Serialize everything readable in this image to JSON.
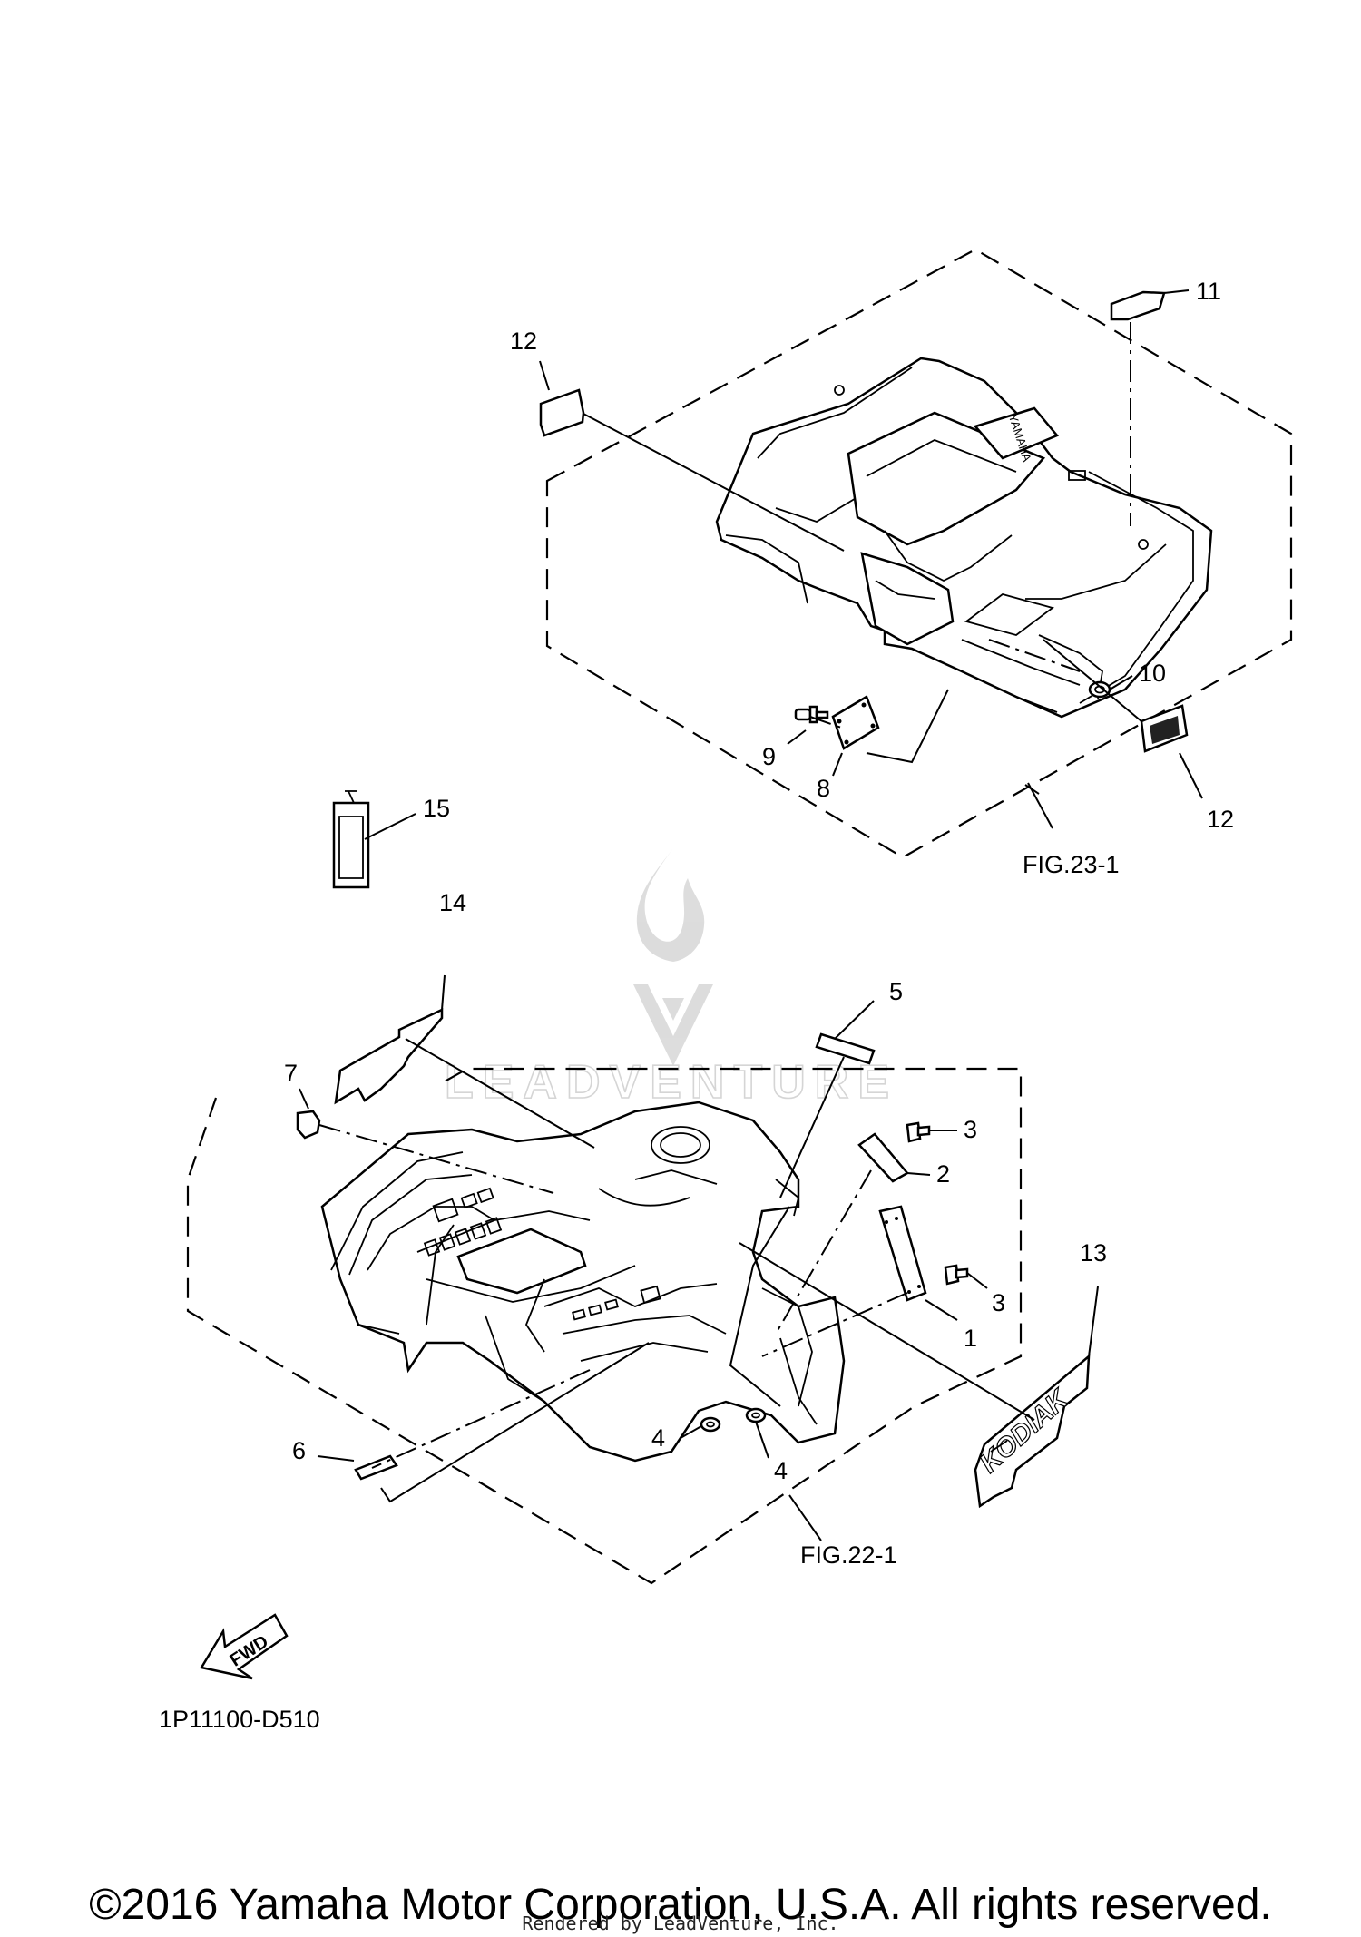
{
  "diagram": {
    "callouts": {
      "c1": "1",
      "c2": "2",
      "c3a": "3",
      "c3b": "3",
      "c4a": "4",
      "c4b": "4",
      "c5": "5",
      "c6": "6",
      "c7": "7",
      "c8": "8",
      "c9": "9",
      "c10": "10",
      "c11": "11",
      "c12a": "12",
      "c12b": "12",
      "c13": "13",
      "c14": "14",
      "c15": "15"
    },
    "figure_refs": {
      "rear": "FIG.23-1",
      "front": "FIG.22-1"
    },
    "fwd_arrow_label": "FWD",
    "drawing_code": "1P11100-D510",
    "decal_texts": {
      "rear_fender": "YAMAHA",
      "kodiak": "KODIAK"
    }
  },
  "watermark": {
    "text": "LEADVENTURE"
  },
  "footer": {
    "copyright": "©2016 Yamaha Motor Corporation, U.S.A. All rights reserved.",
    "rendered_by": "Rendered by LeadVenture, Inc."
  }
}
